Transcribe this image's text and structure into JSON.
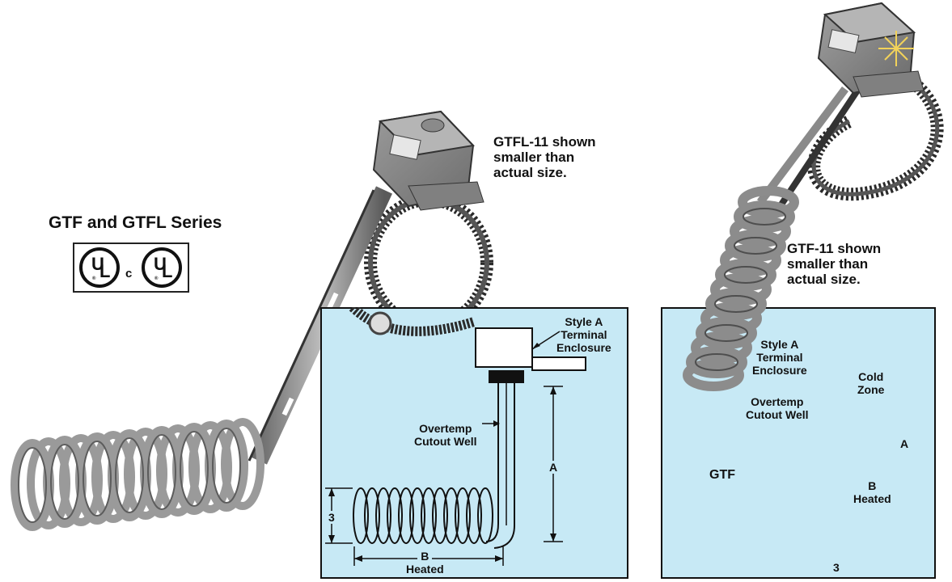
{
  "series": {
    "title": "GTF and GTFL Series",
    "ul_letter_u": "U",
    "ul_letter_l": "L",
    "ul_c": "c",
    "ul_reg": "®"
  },
  "gtfl": {
    "caption_lines": [
      "GTFL-11 shown",
      "smaller than",
      "actual size."
    ],
    "diagram": {
      "background": "#c7e9f5",
      "enclosure_lines": [
        "Style A",
        "Terminal",
        "Enclosure"
      ],
      "overtemp_lines": [
        "Overtemp",
        "Cutout Well"
      ],
      "dim_a": "A",
      "dim_3": "3",
      "dim_b": "B",
      "dim_b_sub": "Heated"
    }
  },
  "gtf": {
    "caption_lines": [
      "GTF-11 shown",
      "smaller than",
      "actual size."
    ],
    "diagram": {
      "background": "#c7e9f5",
      "enclosure_lines": [
        "Style A",
        "Terminal",
        "Enclosure"
      ],
      "cold_lines": [
        "Cold",
        "Zone"
      ],
      "overtemp_lines": [
        "Overtemp",
        "Cutout Well"
      ],
      "dim_a": "A",
      "model": "GTF",
      "dim_b": "B",
      "dim_b_sub": "Heated",
      "dim_3": "3"
    }
  }
}
